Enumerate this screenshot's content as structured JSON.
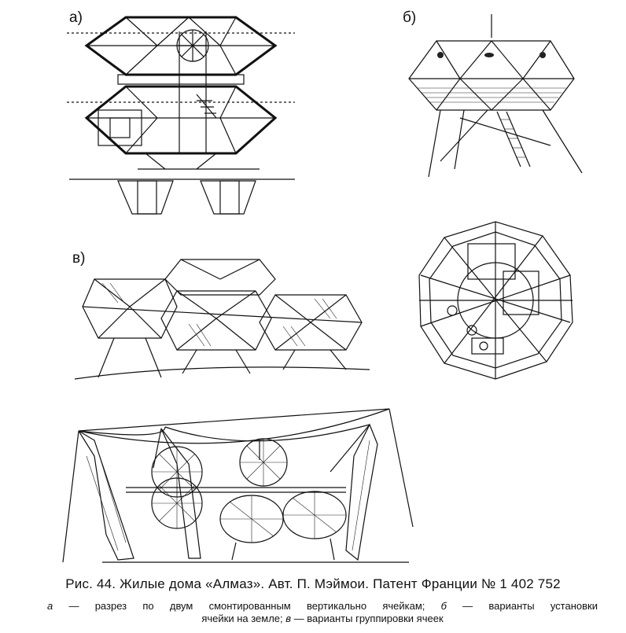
{
  "figure": {
    "panels": [
      {
        "id": "a",
        "label": "а)"
      },
      {
        "id": "b",
        "label": "б)"
      },
      {
        "id": "v",
        "label": "в)"
      }
    ]
  },
  "caption": {
    "title": "Рис. 44. Жилые дома «Алмаз». Авт. П. Мэймои. Патент Франции № 1 402 752",
    "note_a_letter": "а",
    "note_a_text": " — разрез по двум смонтированным вертикально ячейкам; ",
    "note_b_letter": "б",
    "note_b_text": " — варианты установки",
    "note_line2_prefix": "ячейки на земле; ",
    "note_v_letter": "в",
    "note_v_text": " — варианты группировки ячеек"
  }
}
